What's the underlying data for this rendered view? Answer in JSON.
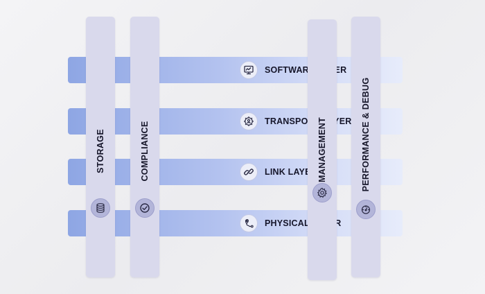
{
  "layers": [
    {
      "label": "SOFTWARE LAYER",
      "icon": "monitor-icon"
    },
    {
      "label": "TRANSPORT LAYER",
      "icon": "gear-people-icon"
    },
    {
      "label": "LINK LAYER",
      "icon": "link-icon"
    },
    {
      "label": "PHYSICAL LAYER",
      "icon": "route-pin-icon"
    }
  ],
  "pillars": [
    {
      "label": "STORAGE",
      "icon": "database-icon"
    },
    {
      "label": "COMPLIANCE",
      "icon": "check-circle-icon"
    },
    {
      "label": "MANAGEMENT",
      "icon": "gear-icon"
    },
    {
      "label": "PERFORMANCE & DEBUG",
      "icon": "gauge-icon"
    }
  ],
  "colors": {
    "layer_start": "#8ea6e4",
    "layer_end": "#e7ecfb",
    "pillar": "#d9d9ec",
    "icon_bg": "#b3b5d9",
    "text": "#16162a"
  }
}
